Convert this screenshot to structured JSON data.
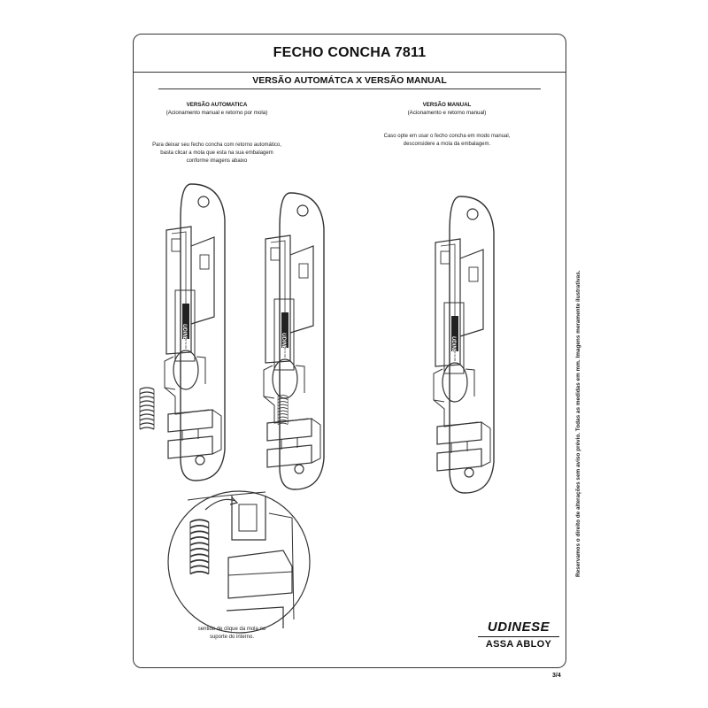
{
  "header": {
    "title": "FECHO CONCHA 7811"
  },
  "subtitle": "VERSÃO AUTOMÁTCA X VERSÃO MANUAL",
  "automatic": {
    "heading": "VERSÃO AUTOMATICA",
    "subheading": "(Acionamento manual e retorno por mola)",
    "description": [
      "Para deixar seu fecho concha com retorno automático,",
      "basta clicar a mola que esta na sua embalagem",
      "conforme imagens abaixo"
    ]
  },
  "manual": {
    "heading": "VERSÃO MANUAL",
    "subheading": "(Acionamento e retorno manual)",
    "description": [
      "Caso opte em usar o fecho concha em modo manual,",
      "desconsidere a mola da embalagem."
    ]
  },
  "caption": [
    "sentido de clique da mola no",
    "suporte do interno."
  ],
  "device_label": "UDINESE",
  "logo": {
    "brand": "UDINESE",
    "sub": "ASSA ABLOY"
  },
  "side_note": "Reservamos o direito de alterações sem aviso prévio. Todas as medidas em mm. Imagens meramente ilustrativas.",
  "page_number": "3/4",
  "colors": {
    "line": "#333333",
    "background": "#ffffff"
  }
}
